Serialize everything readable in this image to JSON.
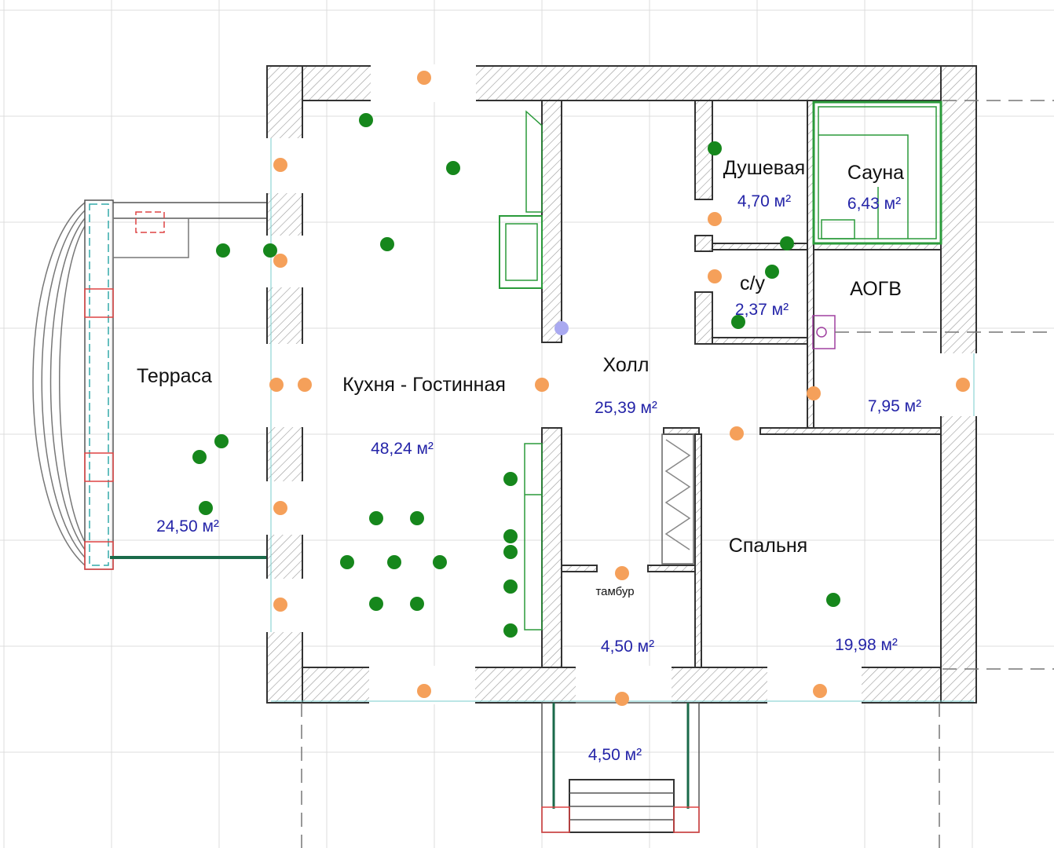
{
  "rooms": {
    "terrace": {
      "name": "Терраса",
      "area": "24,50 м²"
    },
    "kitchen": {
      "name": "Кухня - Гостинная",
      "area": "48,24 м²"
    },
    "hall": {
      "name": "Холл",
      "area": "25,39 м²"
    },
    "shower": {
      "name": "Душевая",
      "area": "4,70 м²"
    },
    "sauna": {
      "name": "Сауна",
      "area": "6,43 м²"
    },
    "wc": {
      "name": "с/у",
      "area": "2,37 м²"
    },
    "boiler": {
      "name": "АОГВ",
      "area": "7,95 м²"
    },
    "bedroom": {
      "name": "Спальня",
      "area": "19,98 м²"
    },
    "vestibule": {
      "name": "тамбур",
      "area": "4,50 м²"
    },
    "porch": {
      "area": "4,50 м²"
    }
  },
  "colors": {
    "orange_point": "#f5a05a",
    "green_point": "#16871c",
    "purple_point": "#a9a9f0",
    "area_text": "#2424a8",
    "wall": "#333333",
    "grid": "#dcdcdc",
    "fixture_green": "#2a9a3a"
  }
}
